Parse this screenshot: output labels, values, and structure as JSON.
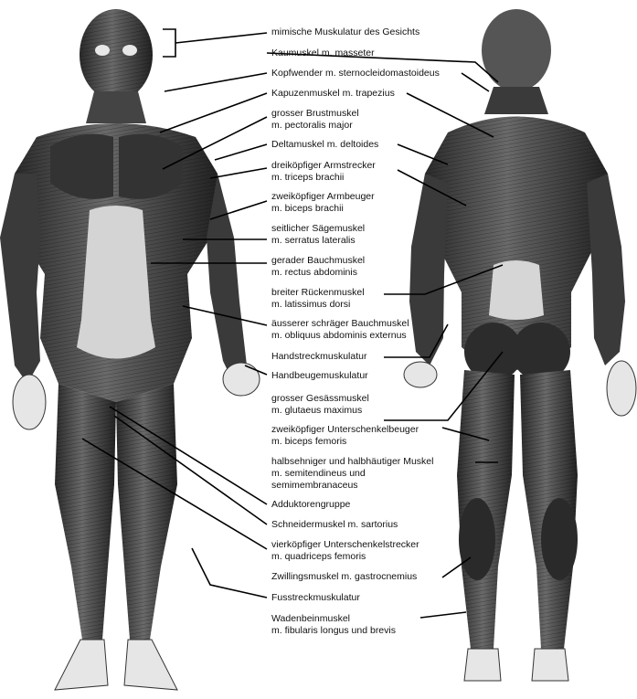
{
  "labels": [
    {
      "lines": [
        "mimische Muskulatur des Gesichts"
      ]
    },
    {
      "lines": [
        "Kaumuskel m. masseter"
      ]
    },
    {
      "lines": [
        "Kopfwender m. sternocleidomastoideus"
      ]
    },
    {
      "lines": [
        "Kapuzenmuskel m. trapezius"
      ]
    },
    {
      "lines": [
        "grosser Brustmuskel",
        "m. pectoralis major"
      ]
    },
    {
      "lines": [
        "Deltamuskel m. deltoides"
      ]
    },
    {
      "lines": [
        "dreiköpfiger Armstrecker",
        "m. triceps brachii"
      ]
    },
    {
      "lines": [
        "zweiköpfiger Armbeuger",
        "m. biceps brachii"
      ]
    },
    {
      "lines": [
        "seitlicher Sägemuskel",
        "m. serratus lateralis"
      ]
    },
    {
      "lines": [
        "gerader Bauchmuskel",
        "m. rectus abdominis"
      ]
    },
    {
      "lines": [
        "breiter Rückenmuskel",
        "m. latissimus dorsi"
      ]
    },
    {
      "lines": [
        "äusserer schräger Bauchmuskel",
        "m. obliquus abdominis externus"
      ]
    },
    {
      "lines": [
        "Handstreckmuskulatur"
      ]
    },
    {
      "lines": [
        "Handbeugemuskulatur"
      ]
    },
    {
      "lines": [
        "grosser Gesässmuskel",
        "m. glutaeus maximus"
      ]
    },
    {
      "lines": [
        "zweiköpfiger Unterschenkelbeuger",
        "m. biceps femoris"
      ]
    },
    {
      "lines": [
        "halbsehniger und halbhäutiger Muskel",
        "m. semitendineus und",
        "semimembranaceus"
      ]
    },
    {
      "lines": [
        "Adduktorengruppe"
      ]
    },
    {
      "lines": [
        "Schneidermuskel m. sartorius"
      ]
    },
    {
      "lines": [
        "vierköpfiger Unterschenkelstrecker",
        "m. quadriceps femoris"
      ]
    },
    {
      "lines": [
        "Zwillingsmuskel m. gastrocnemius"
      ]
    },
    {
      "lines": [
        "Fusstreckmuskulatur"
      ]
    },
    {
      "lines": [
        "Wadenbeinmuskel",
        "m. fibularis longus und brevis"
      ]
    }
  ]
}
